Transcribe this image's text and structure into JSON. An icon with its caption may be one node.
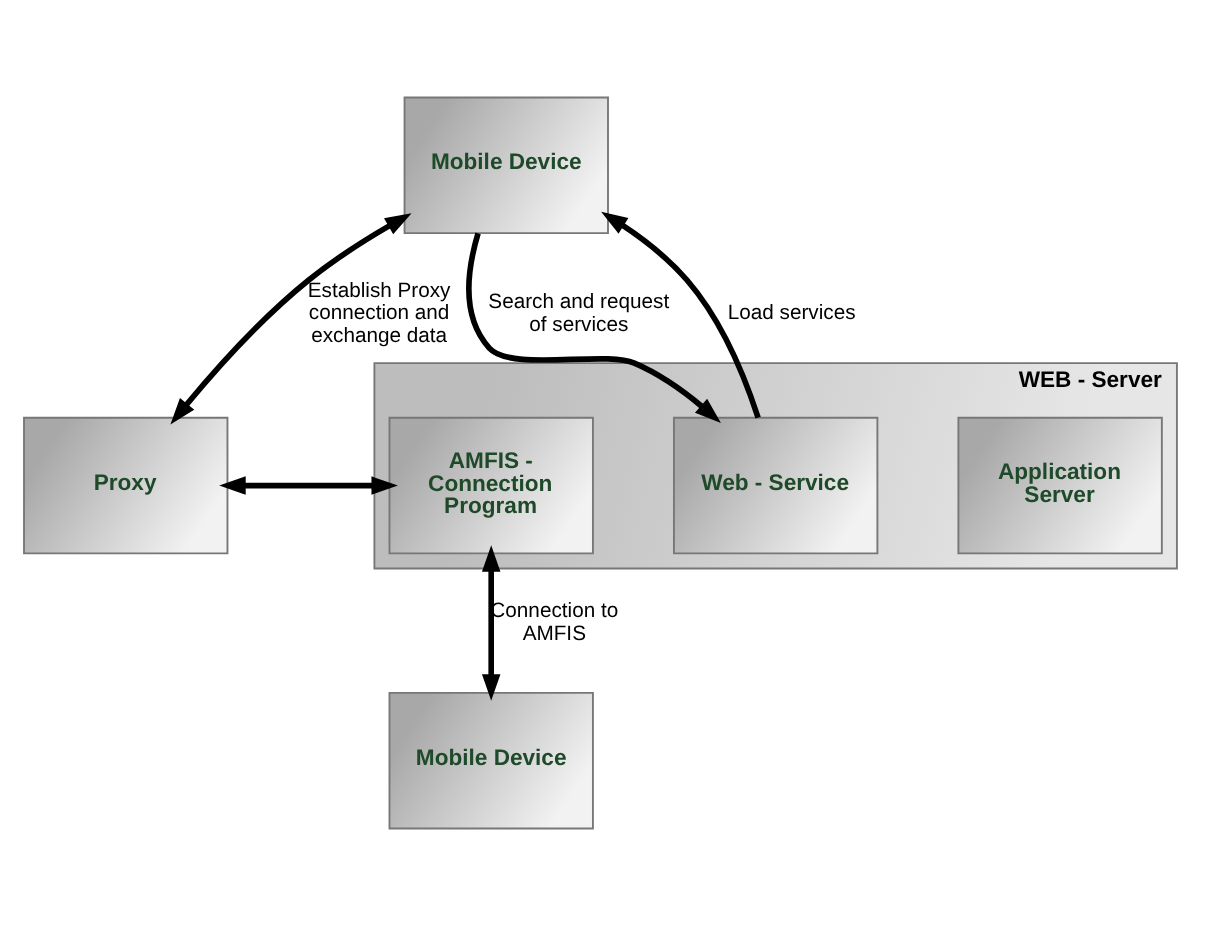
{
  "diagram": {
    "nodes": [
      {
        "text": [
          "Mobile Device"
        ]
      },
      {
        "text": [
          "Proxy"
        ]
      },
      {
        "text": [
          "WEB - Server"
        ]
      },
      {
        "text": [
          "Application Server"
        ],
        "in": 2
      },
      {
        "text": [
          "Web - Service"
        ],
        "in": 2
      },
      {
        "text": [
          "AMFIS - Connection Program"
        ],
        "in": 2
      },
      {
        "text": [
          "Mobile Device"
        ]
      }
    ],
    "edges": [
      {
        "from": 0,
        "to": 1,
        "arrow": "both",
        "label": "Establish Proxy connection and exchange data"
      },
      {
        "from": 4,
        "to": 0,
        "arrow": "to",
        "label": "Load services"
      },
      {
        "from": 0,
        "to": 4,
        "arrow": "to",
        "label": "Search and request of services"
      },
      {
        "from": 1,
        "to": 5,
        "arrow": "both"
      },
      {
        "from": 5,
        "to": 6,
        "arrow": "both",
        "label": "Connection to AMFIS"
      }
    ]
  }
}
